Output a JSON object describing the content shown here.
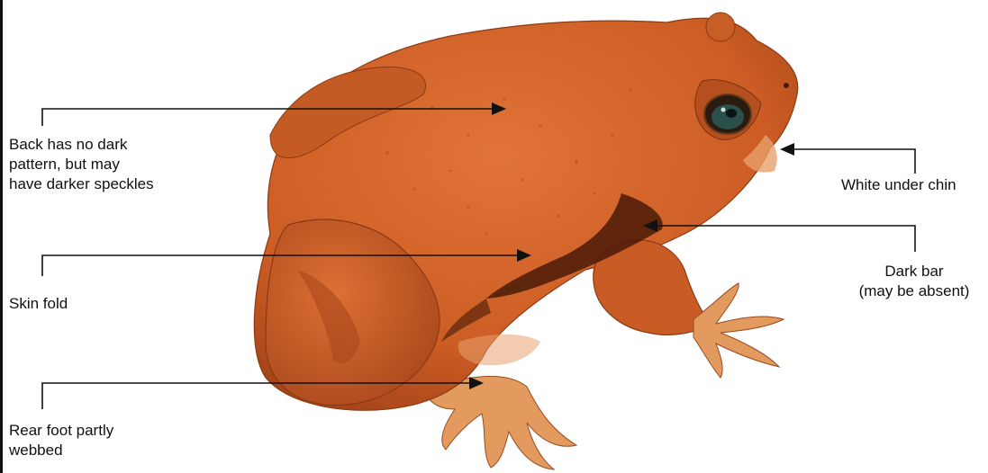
{
  "labels": {
    "back": [
      "Back has no dark",
      "pattern, but may",
      "have darker speckles"
    ],
    "skin_fold": [
      "Skin fold"
    ],
    "rear_foot": [
      "Rear foot partly",
      "webbed"
    ],
    "chin": [
      "White under chin"
    ],
    "dark_bar": [
      "Dark bar",
      "(may be absent)"
    ]
  },
  "colors": {
    "body": "#d2642a",
    "body_dark": "#b24a1c",
    "body_light": "#e58a4a",
    "shadow": "#4a1a08",
    "limb_light": "#f0b078",
    "line": "#111111"
  }
}
